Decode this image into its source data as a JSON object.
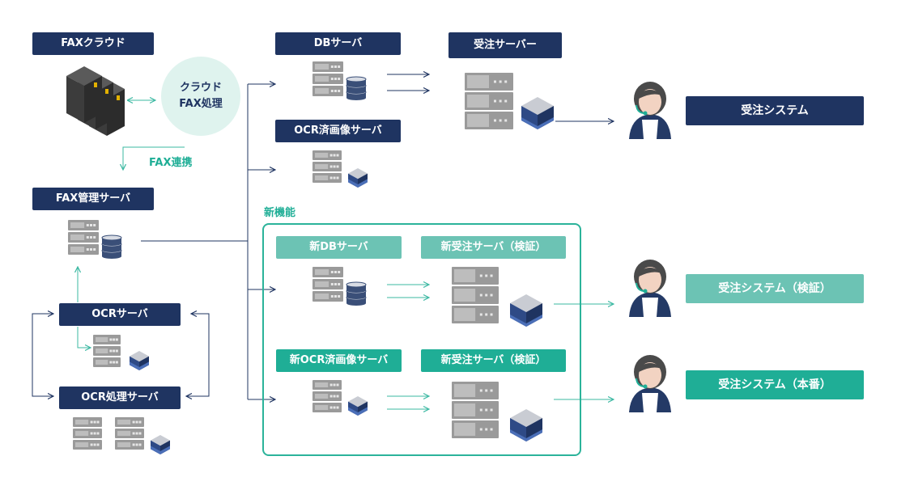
{
  "labels": {
    "fax_cloud": "FAXクラウド",
    "cloud_circle_line1": "クラウド",
    "cloud_circle_line2": "FAX処理",
    "fax_link": "FAX連携",
    "fax_mgmt_server": "FAX管理サーバ",
    "ocr_server": "OCRサーバ",
    "ocr_proc_server": "OCR処理サーバ",
    "db_server": "DBサーバ",
    "ocr_img_server": "OCR済画像サーバ",
    "order_server": "受注サーバー",
    "new_feature": "新機能",
    "new_db_server": "新DBサーバ",
    "new_order_server_verify_1": "新受注サーバ（検証）",
    "new_ocr_img_server": "新OCR済画像サーバ",
    "new_order_server_verify_2": "新受注サーバ（検証）",
    "order_system": "受注システム",
    "order_system_verify": "受注システム（検証）",
    "order_system_prod": "受注システム（本番）"
  },
  "colors": {
    "navy": "#1f3461",
    "teal_light": "#6cc3b4",
    "teal": "#1fae96",
    "cloud_fill": "#dff3ee",
    "server_gray": "#9a9a9a",
    "line": "#1f3461"
  },
  "icons": [
    "server-rack-icon",
    "database-icon",
    "cube-icon",
    "operator-icon",
    "fax-hardware-icon"
  ]
}
